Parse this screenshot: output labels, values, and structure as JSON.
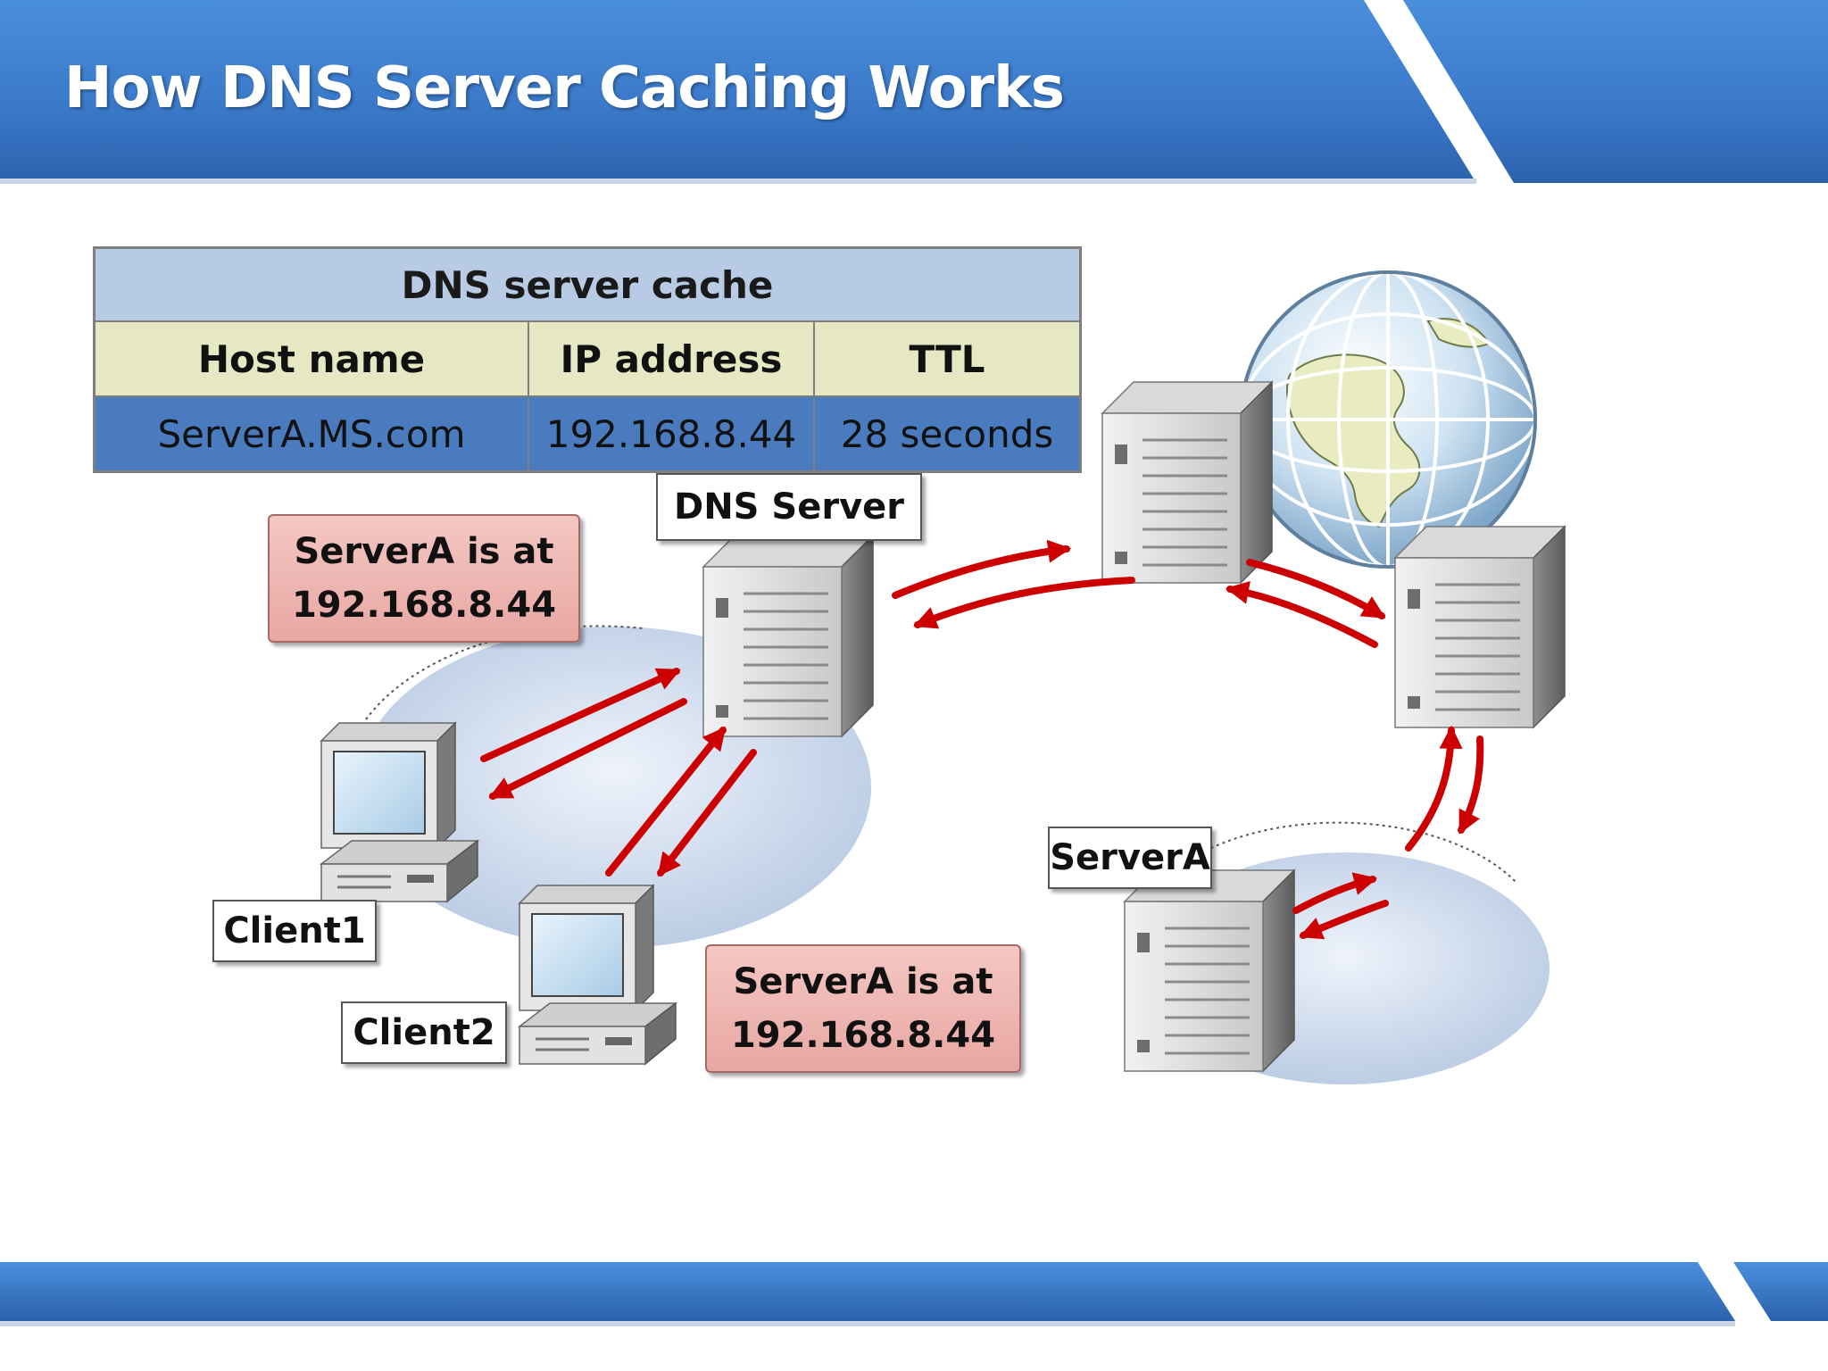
{
  "slide": {
    "title": "How DNS Server Caching Works",
    "colors": {
      "banner": "#3f7fcc",
      "banner_dark": "#2b5fa6",
      "arrow": "#cc0000",
      "callout": "#eeb7b2"
    }
  },
  "cache_table": {
    "caption": "DNS server cache",
    "columns": [
      "Host name",
      "IP address",
      "TTL"
    ],
    "rows": [
      [
        "ServerA.MS.com",
        "192.168.8.44",
        "28 seconds"
      ]
    ]
  },
  "diagram": {
    "dns_server_label": "DNS Server",
    "client1_label": "Client1",
    "client2_label": "Client2",
    "servera_label": "ServerA",
    "callout_top": {
      "line1": "ServerA is at",
      "line2": "192.168.8.44"
    },
    "callout_bottom": {
      "line1": "ServerA is at",
      "line2": "192.168.8.44"
    },
    "icons": [
      "server-icon",
      "client-computer-icon",
      "globe-icon"
    ]
  }
}
